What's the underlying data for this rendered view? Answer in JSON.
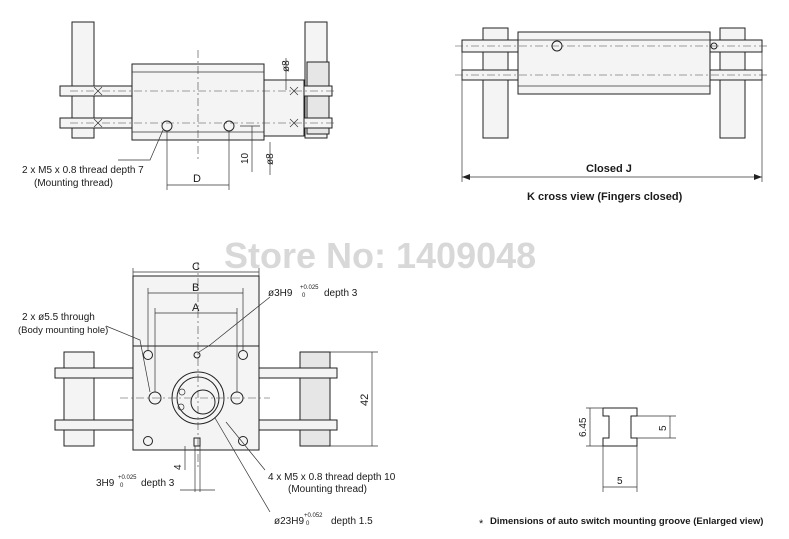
{
  "watermark": "Store No: 1409048",
  "top_left": {
    "phi8_top": "ø8",
    "phi8_bottom": "ø8",
    "dim_10": "10",
    "dim_D": "D",
    "thread_note": "2 x M5 x 0.8 thread depth 7",
    "thread_note_sub": "(Mounting thread)"
  },
  "top_right": {
    "closed_label": "Closed J",
    "caption": "K cross view (Fingers closed)"
  },
  "bottom_left": {
    "dim_C": "C",
    "dim_B": "B",
    "dim_A": "A",
    "dim_42": "42",
    "dim_4": "4",
    "hole_note": "2 x ø5.5 through",
    "hole_note_sub": "(Body mounting hole)",
    "pin_hole_top": "ø3H9",
    "pin_hole_top_tol_upper": "+0.025",
    "pin_hole_top_tol_lower": "0",
    "pin_hole_top_depth": "depth 3",
    "pin_hole_left": "3H9",
    "pin_hole_left_tol_upper": "+0.025",
    "pin_hole_left_tol_lower": "0",
    "pin_hole_left_depth": "depth 3",
    "thread_note": "4 x M5 x 0.8 thread depth 10",
    "thread_note_sub": "(Mounting thread)",
    "bore_note": "ø23H9",
    "bore_tol_upper": "+0.052",
    "bore_tol_lower": "0",
    "bore_depth": "depth 1.5"
  },
  "groove": {
    "dim_645": "6.45",
    "dim_5_right": "5",
    "dim_5_bottom": "5",
    "caption_mark": "*",
    "caption": "Dimensions of auto switch mounting groove (Enlarged view)"
  }
}
